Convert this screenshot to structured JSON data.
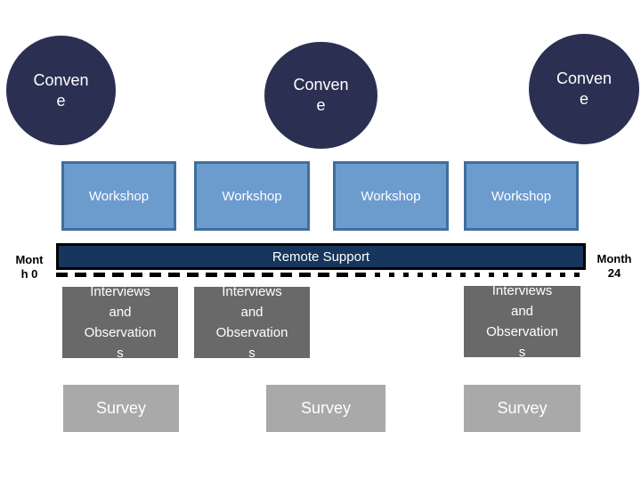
{
  "colors": {
    "background": "#ffffff",
    "circle_navy": "#2b3052",
    "workshop_fill": "#6c9bce",
    "workshop_border": "#3f6e9e",
    "remote_bar_fill": "#17365d",
    "remote_bar_border": "#000000",
    "interviews_gray": "#696969",
    "survey_gray": "#a9a9a9",
    "timeline_dash": "#000000",
    "month_text": "#000000",
    "shape_text": "#ffffff"
  },
  "circles": [
    {
      "label": "Conven\ne"
    },
    {
      "label": "Conven\ne"
    },
    {
      "label": "Conven\ne"
    }
  ],
  "workshops": [
    {
      "label": "Workshop"
    },
    {
      "label": "Workshop"
    },
    {
      "label": "Workshop"
    },
    {
      "label": "Workshop"
    }
  ],
  "remote_support": {
    "label": "Remote Support"
  },
  "timeline": {
    "start_label": "Mont\nh 0",
    "end_label": "Month\n24"
  },
  "interviews": [
    {
      "label": "Interviews\nand\nObservation\ns"
    },
    {
      "label": "Interviews\nand\nObservation\ns"
    },
    {
      "label": "Interviews\nand\nObservation\ns"
    }
  ],
  "surveys": [
    {
      "label": "Survey"
    },
    {
      "label": "Survey"
    },
    {
      "label": "Survey"
    }
  ]
}
